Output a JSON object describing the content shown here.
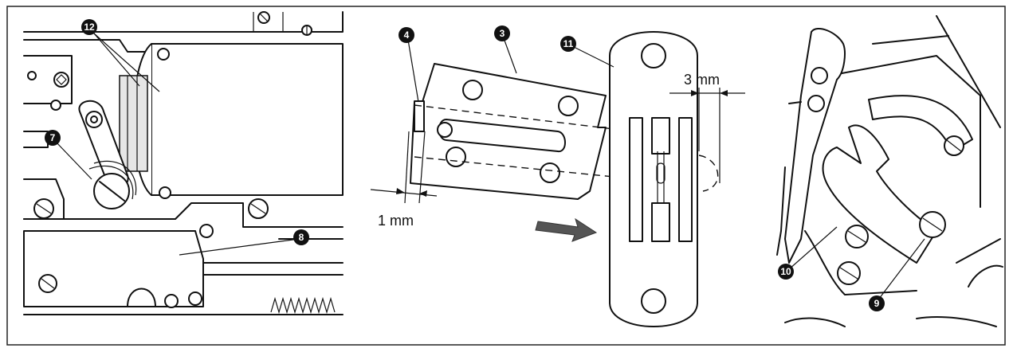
{
  "figure": {
    "callouts": [
      {
        "id": "c12",
        "label": "12"
      },
      {
        "id": "c7",
        "label": "7"
      },
      {
        "id": "c8",
        "label": "8"
      },
      {
        "id": "c4",
        "label": "4"
      },
      {
        "id": "c3",
        "label": "3"
      },
      {
        "id": "c11",
        "label": "11"
      },
      {
        "id": "c10",
        "label": "10"
      },
      {
        "id": "c9",
        "label": "9"
      }
    ],
    "dimensions": {
      "left_gap": "1 mm",
      "right_gap": "3 mm"
    },
    "icons": [
      "direction-arrow-icon",
      "screw-icon"
    ],
    "colors": {
      "line": "#111111",
      "background": "#ffffff",
      "arrow": "#555555"
    }
  }
}
